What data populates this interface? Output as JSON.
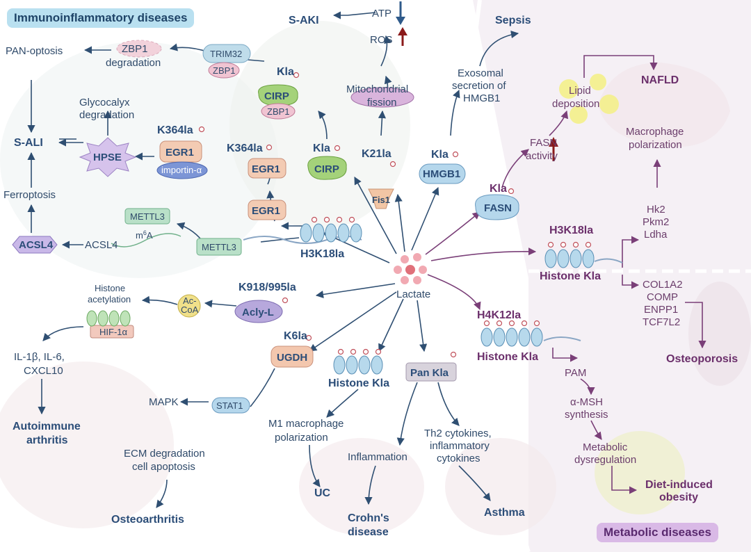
{
  "sections": {
    "immuno_title": "Immunoinflammatory diseases",
    "metabolic_title": "Metabolic diseases"
  },
  "center": {
    "label": "Lactate"
  },
  "top_left": {
    "s_aki": "S-AKI",
    "atp": "ATP",
    "ros": "ROS",
    "mito_1": "Mitochondrial",
    "mito_2": "fission",
    "k21la": "K21la",
    "fis1": "Fis1",
    "sepsis": "Sepsis",
    "exo_1": "Exosomal",
    "exo_2": "secretion of",
    "exo_3": "HMGB1",
    "kla_hmgb1": "Kla",
    "hmgb1": "HMGB1",
    "kla_cirp_low": "Kla",
    "cirp_low": "CIRP",
    "kla_cirp_up": "Kla",
    "cirp_up": "CIRP",
    "zbp1_cirp": "ZBP1",
    "trim32": "TRIM32",
    "zbp1_trim": "ZBP1",
    "zbp1_deg_1": "ZBP1",
    "zbp1_deg_2": "degradation",
    "pan_optosis": "PAN-optosis",
    "glyco_1": "Glycocalyx",
    "glyco_2": "degradation",
    "s_ali": "S-ALI",
    "hpse": "HPSE",
    "k364la_top": "K364la",
    "egr1_top": "EGR1",
    "importin": "importin-α",
    "k364la_mid": "K364la",
    "egr1_mid": "EGR1",
    "egr1_low": "EGR1",
    "ferroptosis": "Ferroptosis",
    "acsl4_box": "ACSL4",
    "acsl4_text": "ACSL4",
    "mettl3_top": "METTL3",
    "m6a_m": "m",
    "m6a_sup": "6",
    "m6a_a": "A",
    "mettl3_low": "METTL3",
    "h3k18la": "H3K18la"
  },
  "bottom_left": {
    "k918": "K918/995la",
    "acly": "Acly-L",
    "acoa_1": "Ac-",
    "acoa_2": "CoA",
    "hist_acet_1": "Histone",
    "hist_acet_2": "acetylation",
    "hif": "HIF-1α",
    "cyto_1": "IL-1β, IL-6,",
    "cyto_2": "CXCL10",
    "aa_1": "Autoimmune",
    "aa_2": "arthritis",
    "k6la": "K6la",
    "ugdh": "UGDH",
    "mapk": "MAPK",
    "stat1": "STAT1",
    "ecm_1": "ECM degradation",
    "ecm_2": "cell apoptosis",
    "oa": "Osteoarthritis",
    "histone_kla": "Histone Kla",
    "m1_1": "M1 macrophage",
    "m1_2": "polarization",
    "uc": "UC",
    "pan_kla": "Pan Kla",
    "inflammation": "Inflammation",
    "crohn_1": "Crohn's",
    "crohn_2": "disease",
    "th2_1": "Th2 cytokines,",
    "th2_2": "inflammatory",
    "th2_3": "cytokines",
    "asthma": "Asthma"
  },
  "right": {
    "kla_fasn": "Kla",
    "fasn": "FASN",
    "fasn_act_1": "FASN",
    "fasn_act_2": "activity",
    "lipid_1": "Lipid",
    "lipid_2": "deposition",
    "nafld": "NAFLD",
    "mac_1": "Macrophage",
    "mac_2": "polarization",
    "hk2": "Hk2",
    "pkm2": "Pkm2",
    "ldha": "Ldha",
    "h3k18la": "H3K18la",
    "histone_kla_1": "Histone Kla",
    "col1a2": "COL1A2",
    "comp": "COMP",
    "enpp1": "ENPP1",
    "tcf7l2": "TCF7L2",
    "osteoporosis": "Osteoporosis",
    "h4k12la": "H4K12la",
    "histone_kla_2": "Histone Kla",
    "pam": "PAM",
    "amsh_1": "α-MSH",
    "amsh_2": "synthesis",
    "metab_1": "Metabolic",
    "metab_2": "dysregulation",
    "obesity_1": "Diet-induced",
    "obesity_2": "obesity"
  },
  "colors": {
    "blue_arrow": "#2f4f72",
    "purple_arrow": "#7a3f78",
    "up_arrow": "#8b1a1a",
    "down_arrow": "#2f5a8a",
    "lactate_dots": "#e0707a"
  }
}
